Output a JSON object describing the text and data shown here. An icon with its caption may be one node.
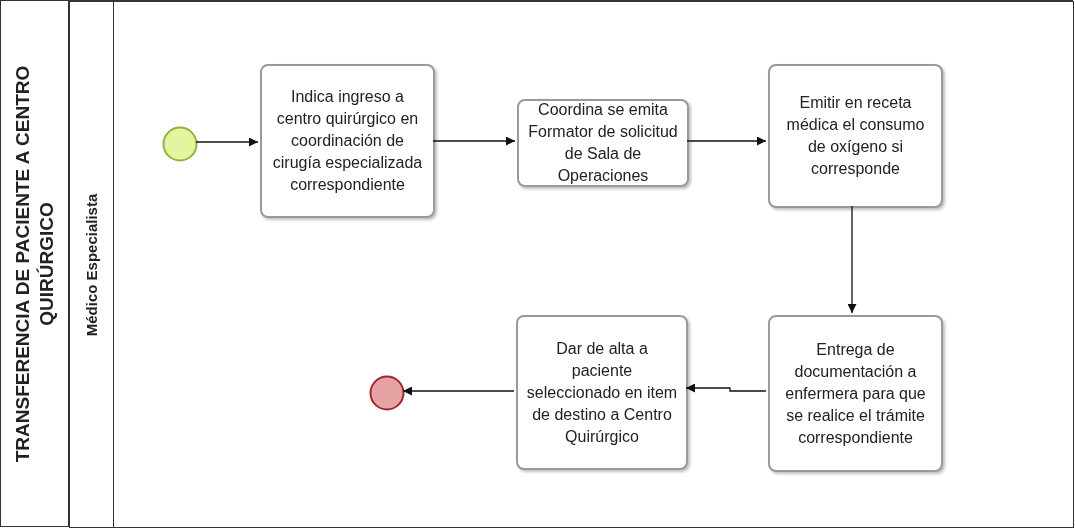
{
  "diagram": {
    "nodes": [
      {
        "text": [
          "TRANSFERENCIA DE PACIENTE A CENTRO QUIRÚRGICO"
        ]
      },
      {
        "text": [
          "Médico Especialista"
        ],
        "in": 0
      },
      {
        "text": [],
        "shape": "circle",
        "in": 1
      },
      {
        "text": [
          "Indica ingreso a centro quirúrgico en coordinación de cirugía especializada correspondiente"
        ],
        "in": 1
      },
      {
        "text": [
          "Coordina se emita Formator de solicitud de Sala de Operaciones"
        ],
        "in": 1
      },
      {
        "text": [
          "Emitir en receta médica el consumo de oxígeno si corresponde"
        ],
        "in": 1
      },
      {
        "text": [
          "Entrega de documentación a enfermera para que se realice el trámite correspondiente"
        ],
        "in": 1
      },
      {
        "text": [
          "Dar de alta a paciente seleccionado en item de destino a Centro Quirúrgico"
        ],
        "in": 1
      },
      {
        "text": [],
        "shape": "circle",
        "in": 1
      }
    ],
    "edges": [
      {
        "from": 2,
        "to": 3,
        "arrow": "to"
      },
      {
        "from": 3,
        "to": 4,
        "arrow": "to"
      },
      {
        "from": 4,
        "to": 5,
        "arrow": "to"
      },
      {
        "from": 5,
        "to": 6,
        "arrow": "to"
      },
      {
        "from": 6,
        "to": 7,
        "arrow": "to"
      },
      {
        "from": 7,
        "to": 8,
        "arrow": "to"
      }
    ]
  }
}
